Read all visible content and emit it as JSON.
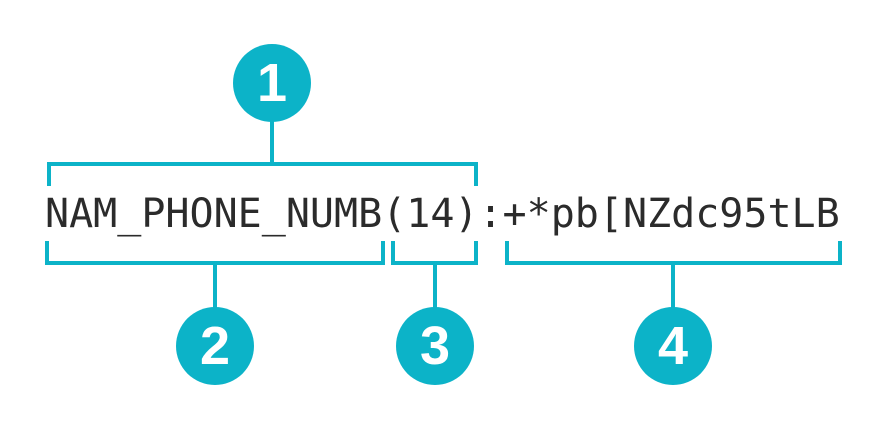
{
  "diagram": {
    "expression": "NAM_PHONE_NUMB(14):+*pb[NZdc95tLB",
    "callouts": [
      {
        "number": "1",
        "covers": "NAM_PHONE_NUMB(14)",
        "position": "above"
      },
      {
        "number": "2",
        "covers": "NAM_PHONE_NUMB",
        "position": "below"
      },
      {
        "number": "3",
        "covers": "(14)",
        "position": "below"
      },
      {
        "number": "4",
        "covers": "+*pb[NZdc95tLB",
        "position": "below"
      }
    ],
    "separator": ":",
    "colors": {
      "accent": "#0cb3c8",
      "text": "#2b2b2b",
      "background": "#ffffff",
      "badge_text": "#ffffff"
    }
  }
}
